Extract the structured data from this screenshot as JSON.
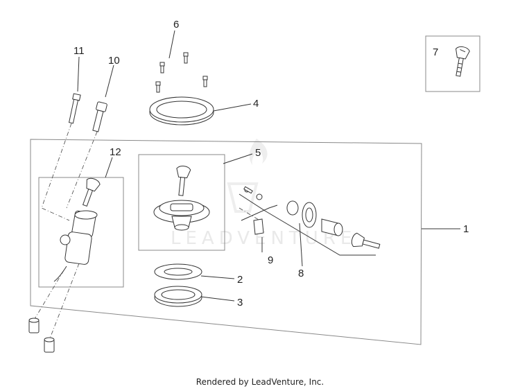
{
  "callouts": {
    "c1": "1",
    "c2": "2",
    "c3": "3",
    "c4": "4",
    "c5": "5",
    "c6": "6",
    "c7": "7",
    "c8": "8",
    "c9": "9",
    "c10": "10",
    "c11": "11",
    "c12": "12"
  },
  "watermark": "LEADVENTURE",
  "footer": "Rendered by LeadVenture, Inc."
}
